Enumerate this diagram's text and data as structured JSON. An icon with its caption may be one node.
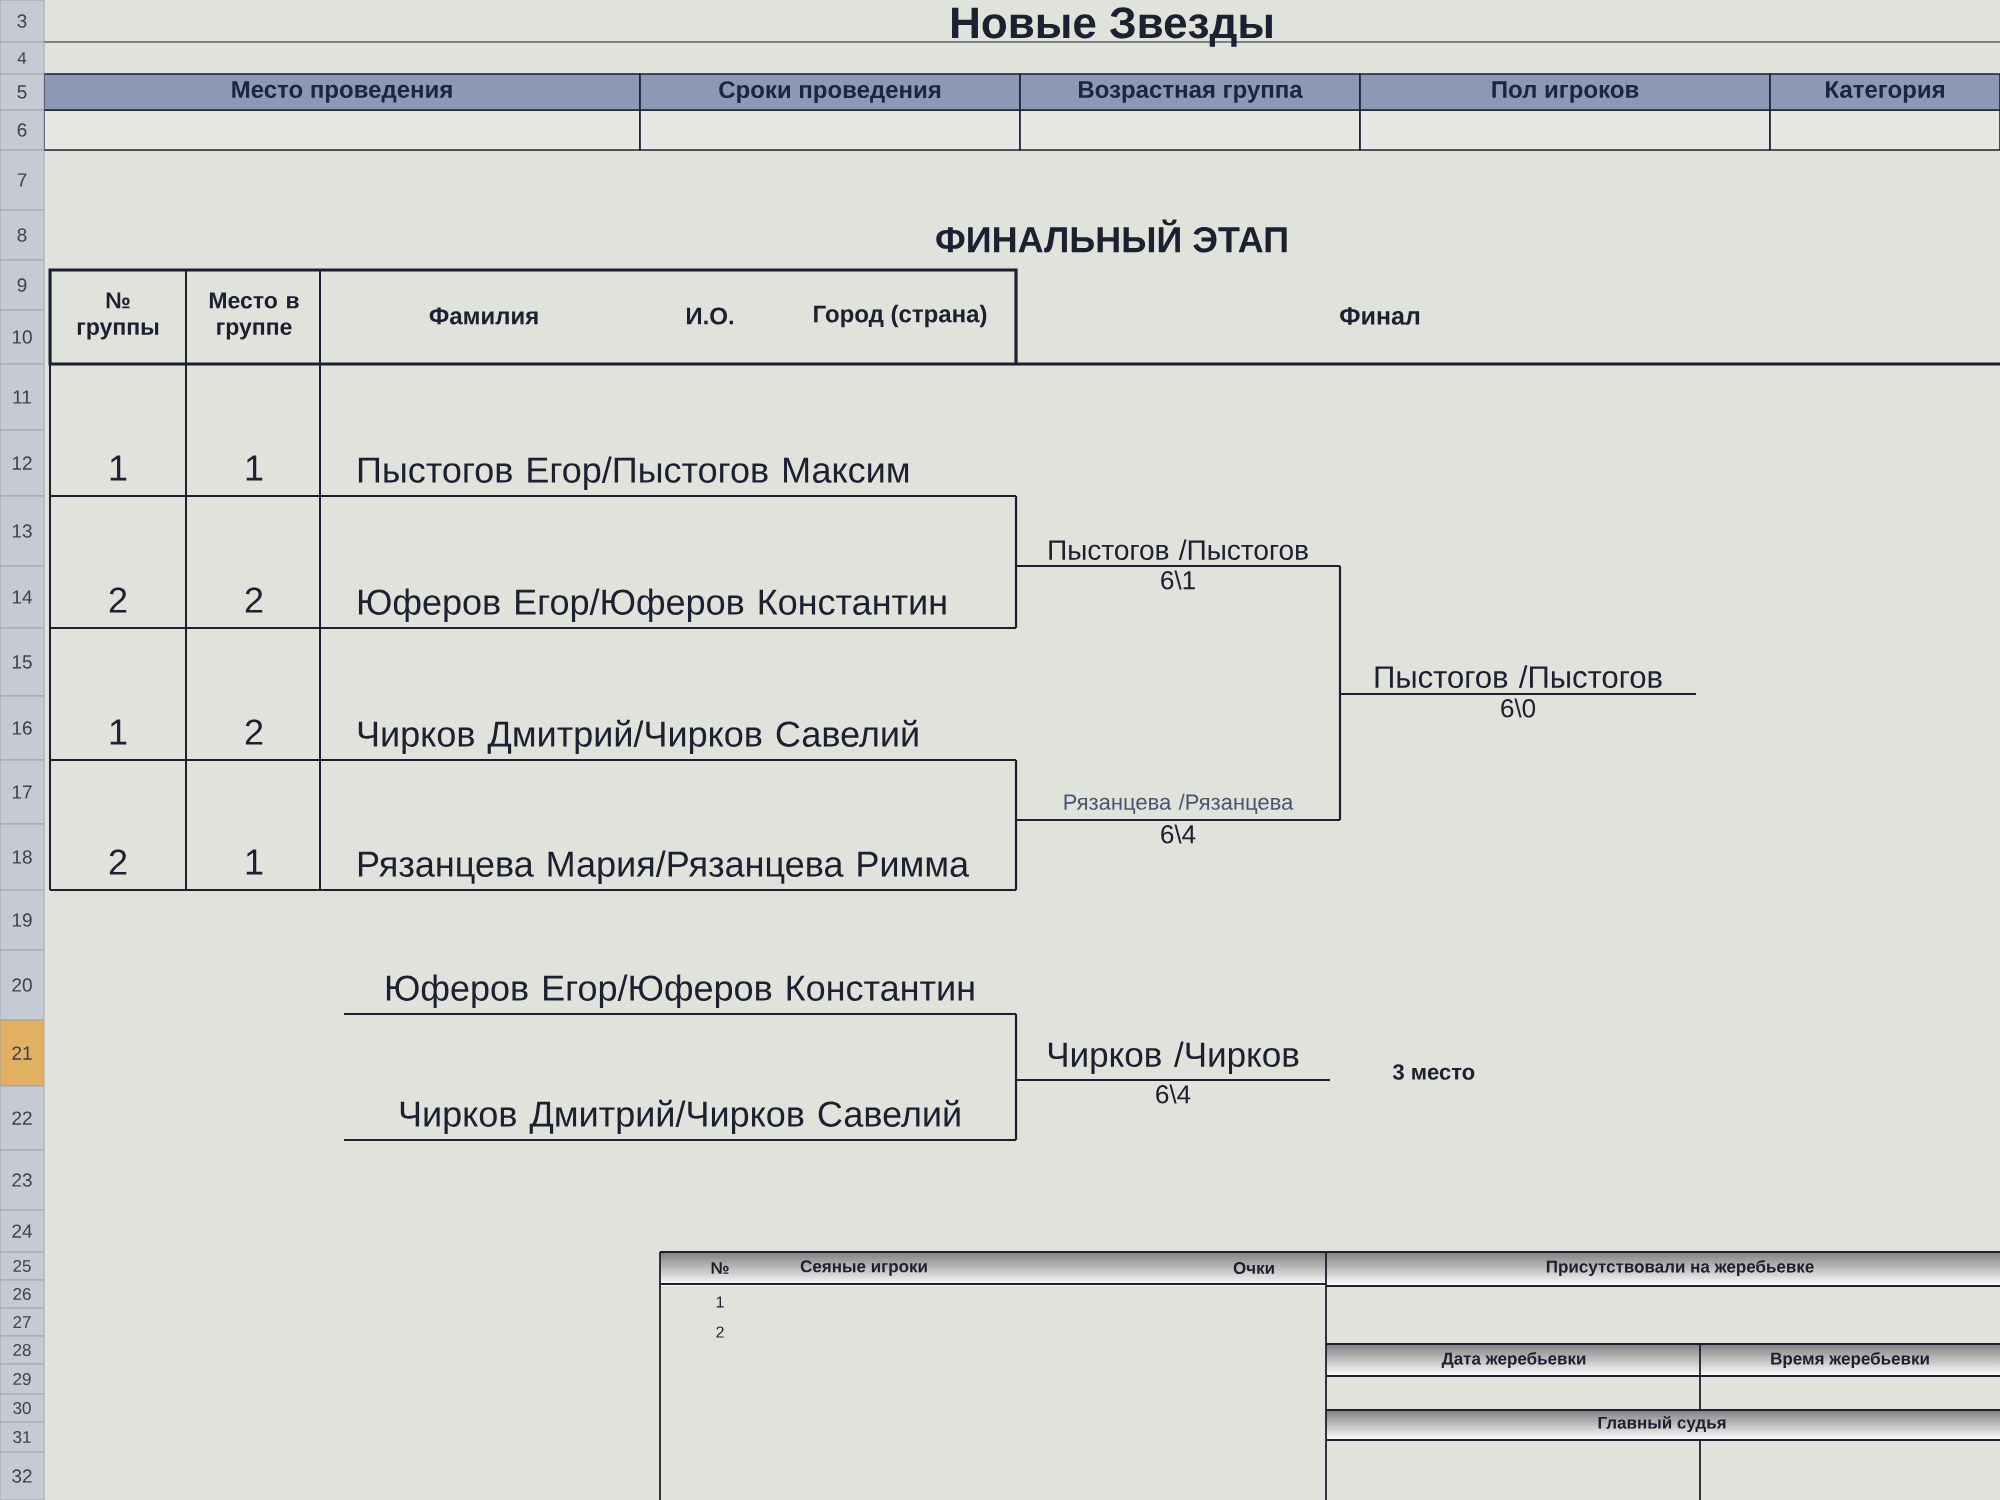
{
  "diagram": {
    "title": "Новые Звезды",
    "nodes": [
      {
        "text": [
          "Пыстогов Егор/Пыстогов Максим"
        ]
      },
      {
        "text": [
          "Юферов Егор/Юферов Константин"
        ]
      },
      {
        "text": [
          "Чирков Дмитрий/Чирков Савелий"
        ]
      },
      {
        "text": [
          "Рязанцева Мария/Рязанцева Римма"
        ]
      },
      {
        "text": [
          "Пыстогов /Пыстогов"
        ],
        "beside": [
          "6\\1"
        ]
      },
      {
        "text": [
          "Рязанцева /Рязанцева"
        ],
        "beside": [
          "6\\4"
        ]
      },
      {
        "text": [
          "Пыстогов /Пыстогов"
        ],
        "beside": [
          "6\\0"
        ]
      },
      {
        "text": [
          "Юферов Егор/Юферов Константин"
        ]
      },
      {
        "text": [
          "Чирков Дмитрий/Чирков Савелий"
        ]
      },
      {
        "text": [
          "Чирков /Чирков"
        ],
        "beside": [
          "6\\4",
          "3 место"
        ]
      }
    ],
    "edges": [
      {
        "from": 0,
        "to": 4,
        "arrow": "none"
      },
      {
        "from": 1,
        "to": 4,
        "arrow": "none"
      },
      {
        "from": 2,
        "to": 5,
        "arrow": "none"
      },
      {
        "from": 3,
        "to": 5,
        "arrow": "none"
      },
      {
        "from": 4,
        "to": 6,
        "arrow": "none"
      },
      {
        "from": 5,
        "to": 6,
        "arrow": "none"
      },
      {
        "from": 7,
        "to": 9,
        "arrow": "none"
      },
      {
        "from": 8,
        "to": 9,
        "arrow": "none"
      }
    ],
    "labels": [
      "Место проведения",
      "Сроки проведения",
      "Возрастная группа",
      "Пол игроков",
      "Категория",
      "ФИНАЛЬНЫЙ ЭТАП",
      "№ группы",
      "Место в группе",
      "Фамилия",
      "И.О.",
      "Город (страна)",
      "Финал",
      "1",
      "1",
      "2",
      "2",
      "1",
      "2",
      "2",
      "1",
      "№",
      "Сеяные игроки",
      "Очки",
      "Присутствовали на жеребьевке",
      "1",
      "2",
      "Дата жеребьевки",
      "Время жеребьевки",
      "Главный судья",
      "3",
      "4",
      "5",
      "6",
      "7",
      "8",
      "9",
      "10",
      "11",
      "12",
      "13",
      "14",
      "15",
      "16",
      "17",
      "18",
      "19",
      "20",
      "21",
      "22",
      "23",
      "24",
      "25",
      "26",
      "27",
      "28",
      "29",
      "30",
      "31",
      "32"
    ]
  }
}
